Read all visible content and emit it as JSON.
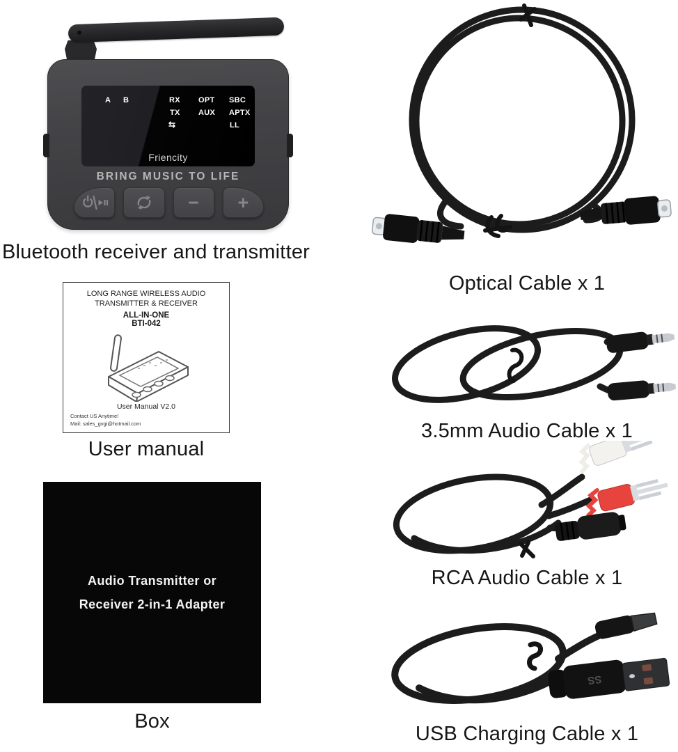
{
  "captions": {
    "device": "Bluetooth receiver and transmitter",
    "manual": "User manual",
    "box": "Box",
    "optical_cable": "Optical Cable x 1",
    "audio_cable": "3.5mm Audio Cable x 1",
    "rca_cable": "RCA Audio Cable x 1",
    "usb_cable": "USB Charging Cable x 1"
  },
  "device": {
    "display": {
      "brand": "Friencity",
      "indicators": {
        "a": "A",
        "b": "B",
        "rx": "RX",
        "tx": "TX",
        "pair": "⇆",
        "opt": "OPT",
        "aux": "AUX",
        "sbc": "SBC",
        "aptx": "APTX",
        "ll": "LL"
      }
    },
    "tagline": "BRING MUSIC TO LIFE",
    "buttons": {
      "minus": "−",
      "plus": "+"
    }
  },
  "manual": {
    "title_line1": "LONG RANGE WIRELESS AUDIO",
    "title_line2": "TRANSMITTER & RECEIVER",
    "subtitle": "ALL-IN-ONE",
    "model": "BTI-042",
    "version": "User Manual V2.0",
    "contact_line1": "Contact US Anytime!",
    "contact_line2": "Mail: sales_gvgi@hotmail.com"
  },
  "box": {
    "line1": "Audio Transmitter or",
    "line2": "Receiver 2-in-1 Adapter"
  },
  "usb": {
    "plug_marking": "SS"
  },
  "colors": {
    "device_body": "#3f3f42",
    "display_bg": "#000000",
    "cable": "#1c1c1d",
    "rca_red": "#e8443e",
    "rca_white": "#f4f2ee",
    "box_bg": "#070707"
  }
}
